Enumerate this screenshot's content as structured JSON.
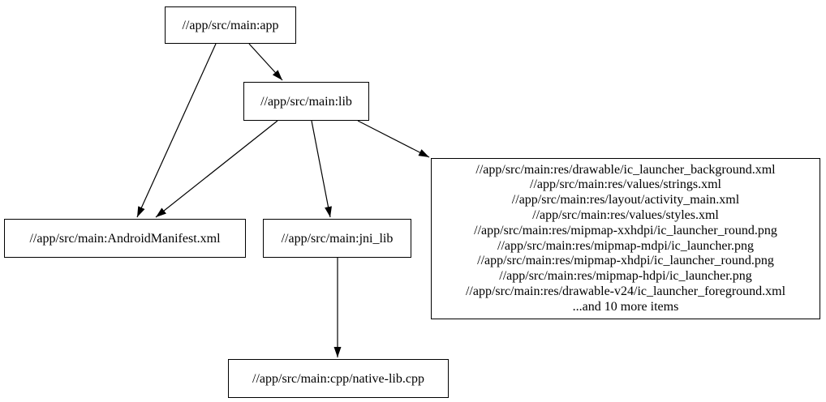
{
  "graph": {
    "type": "dependency-graph",
    "background_color": "#ffffff",
    "node_border_color": "#000000",
    "node_fill_color": "#ffffff",
    "edge_color": "#000000",
    "text_color": "#000000",
    "nodes": {
      "app": {
        "label": "//app/src/main:app"
      },
      "lib": {
        "label": "//app/src/main:lib"
      },
      "manifest": {
        "label": "//app/src/main:AndroidManifest.xml"
      },
      "jni_lib": {
        "label": "//app/src/main:jni_lib"
      },
      "res_group": {
        "lines": [
          "//app/src/main:res/drawable/ic_launcher_background.xml",
          "//app/src/main:res/values/strings.xml",
          "//app/src/main:res/layout/activity_main.xml",
          "//app/src/main:res/values/styles.xml",
          "//app/src/main:res/mipmap-xxhdpi/ic_launcher_round.png",
          "//app/src/main:res/mipmap-mdpi/ic_launcher.png",
          "//app/src/main:res/mipmap-xhdpi/ic_launcher_round.png",
          "//app/src/main:res/mipmap-hdpi/ic_launcher.png",
          "//app/src/main:res/drawable-v24/ic_launcher_foreground.xml",
          "...and 10 more items"
        ]
      },
      "native_cpp": {
        "label": "//app/src/main:cpp/native-lib.cpp"
      }
    },
    "edges": [
      {
        "from": "app",
        "to": "manifest"
      },
      {
        "from": "app",
        "to": "lib"
      },
      {
        "from": "lib",
        "to": "manifest"
      },
      {
        "from": "lib",
        "to": "jni_lib"
      },
      {
        "from": "lib",
        "to": "res_group"
      },
      {
        "from": "jni_lib",
        "to": "native_cpp"
      }
    ]
  }
}
